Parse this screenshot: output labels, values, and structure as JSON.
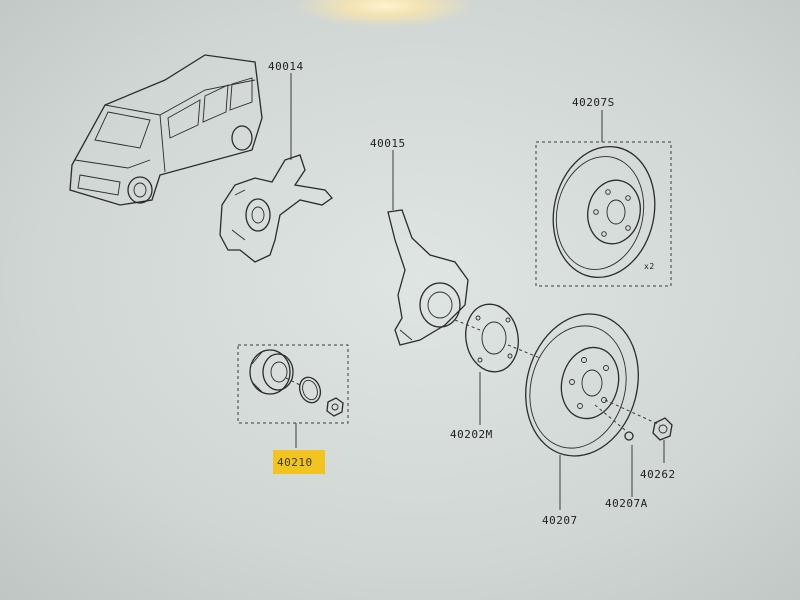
{
  "diagram": {
    "labels": {
      "p40014": "40014",
      "p40015": "40015",
      "p40207S": "40207S",
      "p40210": "40210",
      "p40202M": "40202M",
      "p40207": "40207",
      "p40207A": "40207A",
      "p40262": "40262",
      "qty_x2": "x2"
    },
    "highlight_color": "#f2c420"
  }
}
